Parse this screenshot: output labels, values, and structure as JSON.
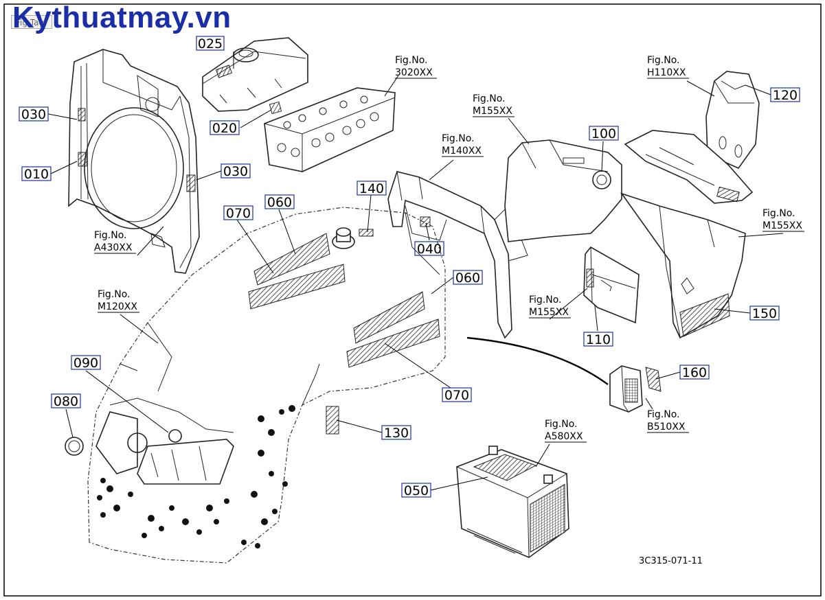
{
  "header": {
    "watermark": "Kythuatmay.vn",
    "fig_tag": "Fig.Tag"
  },
  "drawing_number": "3C315-071-11",
  "callouts": [
    {
      "id": "c025",
      "label": "025"
    },
    {
      "id": "c030a",
      "label": "030"
    },
    {
      "id": "c010",
      "label": "010"
    },
    {
      "id": "c030b",
      "label": "030"
    },
    {
      "id": "c020",
      "label": "020"
    },
    {
      "id": "c070a",
      "label": "070"
    },
    {
      "id": "c060a",
      "label": "060"
    },
    {
      "id": "c140",
      "label": "140"
    },
    {
      "id": "c040",
      "label": "040"
    },
    {
      "id": "c100",
      "label": "100"
    },
    {
      "id": "c120",
      "label": "120"
    },
    {
      "id": "c060b",
      "label": "060"
    },
    {
      "id": "c110",
      "label": "110"
    },
    {
      "id": "c150",
      "label": "150"
    },
    {
      "id": "c090",
      "label": "090"
    },
    {
      "id": "c080",
      "label": "080"
    },
    {
      "id": "c160",
      "label": "160"
    },
    {
      "id": "c070b",
      "label": "070"
    },
    {
      "id": "c130",
      "label": "130"
    },
    {
      "id": "c050",
      "label": "050"
    }
  ],
  "figure_refs": [
    {
      "id": "f3020",
      "label": "Fig.No.",
      "code": "3020XX"
    },
    {
      "id": "fH110",
      "label": "Fig.No.",
      "code": "H110XX"
    },
    {
      "id": "fM155a",
      "label": "Fig.No.",
      "code": "M155XX"
    },
    {
      "id": "fM140",
      "label": "Fig.No.",
      "code": "M140XX"
    },
    {
      "id": "fM155b",
      "label": "Fig.No.",
      "code": "M155XX"
    },
    {
      "id": "fA430",
      "label": "Fig.No.",
      "code": "A430XX"
    },
    {
      "id": "fM120",
      "label": "Fig.No.",
      "code": "M120XX"
    },
    {
      "id": "fM155c",
      "label": "Fig.No.",
      "code": "M155XX"
    },
    {
      "id": "fB510",
      "label": "Fig.No.",
      "code": "B510XX"
    },
    {
      "id": "fA580",
      "label": "Fig.No.",
      "code": "A580XX"
    }
  ],
  "colors": {
    "watermark": "#1a2ea8",
    "callout_box": "#1a2ea8",
    "line": "#222222"
  }
}
